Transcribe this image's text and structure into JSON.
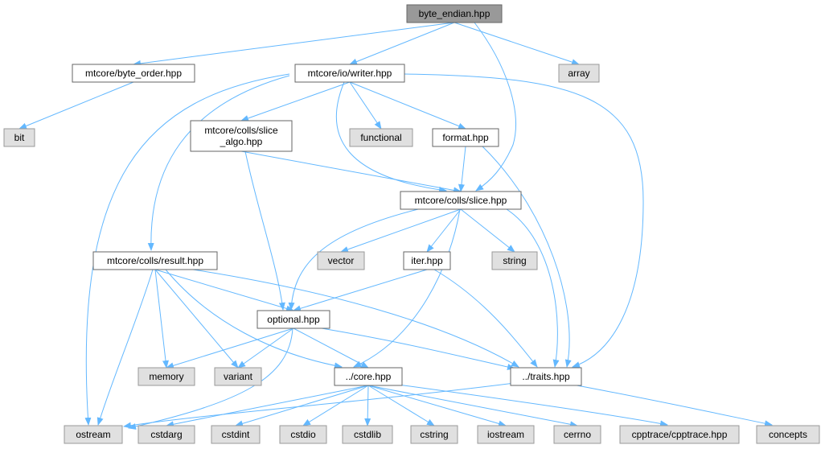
{
  "colors": {
    "edge": "#63b8ff",
    "root_fill": "#999999",
    "root_stroke": "#666666",
    "header_fill": "#ffffff",
    "header_stroke": "#666666",
    "system_fill": "#e0e0e0",
    "system_stroke": "#999999"
  },
  "nodes": [
    {
      "id": "byte_endian",
      "lines": [
        "byte_endian.hpp"
      ],
      "kind": "root"
    },
    {
      "id": "byte_order",
      "lines": [
        "mtcore/byte_order.hpp"
      ],
      "kind": "header"
    },
    {
      "id": "writer",
      "lines": [
        "mtcore/io/writer.hpp"
      ],
      "kind": "header"
    },
    {
      "id": "array",
      "lines": [
        "array"
      ],
      "kind": "system"
    },
    {
      "id": "bit",
      "lines": [
        "bit"
      ],
      "kind": "system"
    },
    {
      "id": "slice_algo",
      "lines": [
        "mtcore/colls/slice",
        "_algo.hpp"
      ],
      "kind": "header"
    },
    {
      "id": "functional",
      "lines": [
        "functional"
      ],
      "kind": "system"
    },
    {
      "id": "format",
      "lines": [
        "format.hpp"
      ],
      "kind": "header"
    },
    {
      "id": "slice",
      "lines": [
        "mtcore/colls/slice.hpp"
      ],
      "kind": "header"
    },
    {
      "id": "result",
      "lines": [
        "mtcore/colls/result.hpp"
      ],
      "kind": "header"
    },
    {
      "id": "vector",
      "lines": [
        "vector"
      ],
      "kind": "system"
    },
    {
      "id": "iter",
      "lines": [
        "iter.hpp"
      ],
      "kind": "header"
    },
    {
      "id": "string",
      "lines": [
        "string"
      ],
      "kind": "system"
    },
    {
      "id": "optional",
      "lines": [
        "optional.hpp"
      ],
      "kind": "header"
    },
    {
      "id": "memory",
      "lines": [
        "memory"
      ],
      "kind": "system"
    },
    {
      "id": "variant",
      "lines": [
        "variant"
      ],
      "kind": "system"
    },
    {
      "id": "core",
      "lines": [
        "../core.hpp"
      ],
      "kind": "header"
    },
    {
      "id": "traits",
      "lines": [
        "../traits.hpp"
      ],
      "kind": "header"
    },
    {
      "id": "ostream",
      "lines": [
        "ostream"
      ],
      "kind": "system"
    },
    {
      "id": "cstdarg",
      "lines": [
        "cstdarg"
      ],
      "kind": "system"
    },
    {
      "id": "cstdint",
      "lines": [
        "cstdint"
      ],
      "kind": "system"
    },
    {
      "id": "cstdio",
      "lines": [
        "cstdio"
      ],
      "kind": "system"
    },
    {
      "id": "cstdlib",
      "lines": [
        "cstdlib"
      ],
      "kind": "system"
    },
    {
      "id": "cstring",
      "lines": [
        "cstring"
      ],
      "kind": "system"
    },
    {
      "id": "iostream",
      "lines": [
        "iostream"
      ],
      "kind": "system"
    },
    {
      "id": "cerrno",
      "lines": [
        "cerrno"
      ],
      "kind": "system"
    },
    {
      "id": "cpptrace",
      "lines": [
        "cpptrace/cpptrace.hpp"
      ],
      "kind": "system"
    },
    {
      "id": "concepts",
      "lines": [
        "concepts"
      ],
      "kind": "system"
    }
  ],
  "edges": [
    {
      "from": "byte_endian",
      "to": "byte_order"
    },
    {
      "from": "byte_endian",
      "to": "writer"
    },
    {
      "from": "byte_endian",
      "to": "array"
    },
    {
      "from": "byte_endian",
      "to": "slice"
    },
    {
      "from": "byte_order",
      "to": "bit"
    },
    {
      "from": "writer",
      "to": "ostream"
    },
    {
      "from": "writer",
      "to": "result"
    },
    {
      "from": "writer",
      "to": "slice_algo"
    },
    {
      "from": "writer",
      "to": "functional"
    },
    {
      "from": "writer",
      "to": "format"
    },
    {
      "from": "writer",
      "to": "slice"
    },
    {
      "from": "writer",
      "to": "traits"
    },
    {
      "from": "slice_algo",
      "to": "slice"
    },
    {
      "from": "slice_algo",
      "to": "optional"
    },
    {
      "from": "format",
      "to": "slice"
    },
    {
      "from": "format",
      "to": "traits"
    },
    {
      "from": "slice",
      "to": "vector"
    },
    {
      "from": "slice",
      "to": "iter"
    },
    {
      "from": "slice",
      "to": "string"
    },
    {
      "from": "slice",
      "to": "optional"
    },
    {
      "from": "slice",
      "to": "core"
    },
    {
      "from": "slice",
      "to": "traits"
    },
    {
      "from": "result",
      "to": "ostream"
    },
    {
      "from": "result",
      "to": "memory"
    },
    {
      "from": "result",
      "to": "variant"
    },
    {
      "from": "result",
      "to": "optional"
    },
    {
      "from": "result",
      "to": "core"
    },
    {
      "from": "result",
      "to": "traits"
    },
    {
      "from": "iter",
      "to": "optional"
    },
    {
      "from": "iter",
      "to": "traits"
    },
    {
      "from": "optional",
      "to": "memory"
    },
    {
      "from": "optional",
      "to": "variant"
    },
    {
      "from": "optional",
      "to": "core"
    },
    {
      "from": "optional",
      "to": "traits"
    },
    {
      "from": "optional",
      "to": "ostream"
    },
    {
      "from": "core",
      "to": "cstdarg"
    },
    {
      "from": "core",
      "to": "cstdint"
    },
    {
      "from": "core",
      "to": "cstdio"
    },
    {
      "from": "core",
      "to": "cstdlib"
    },
    {
      "from": "core",
      "to": "cstring"
    },
    {
      "from": "core",
      "to": "iostream"
    },
    {
      "from": "core",
      "to": "cerrno"
    },
    {
      "from": "core",
      "to": "cpptrace"
    },
    {
      "from": "traits",
      "to": "ostream"
    },
    {
      "from": "traits",
      "to": "concepts"
    }
  ]
}
